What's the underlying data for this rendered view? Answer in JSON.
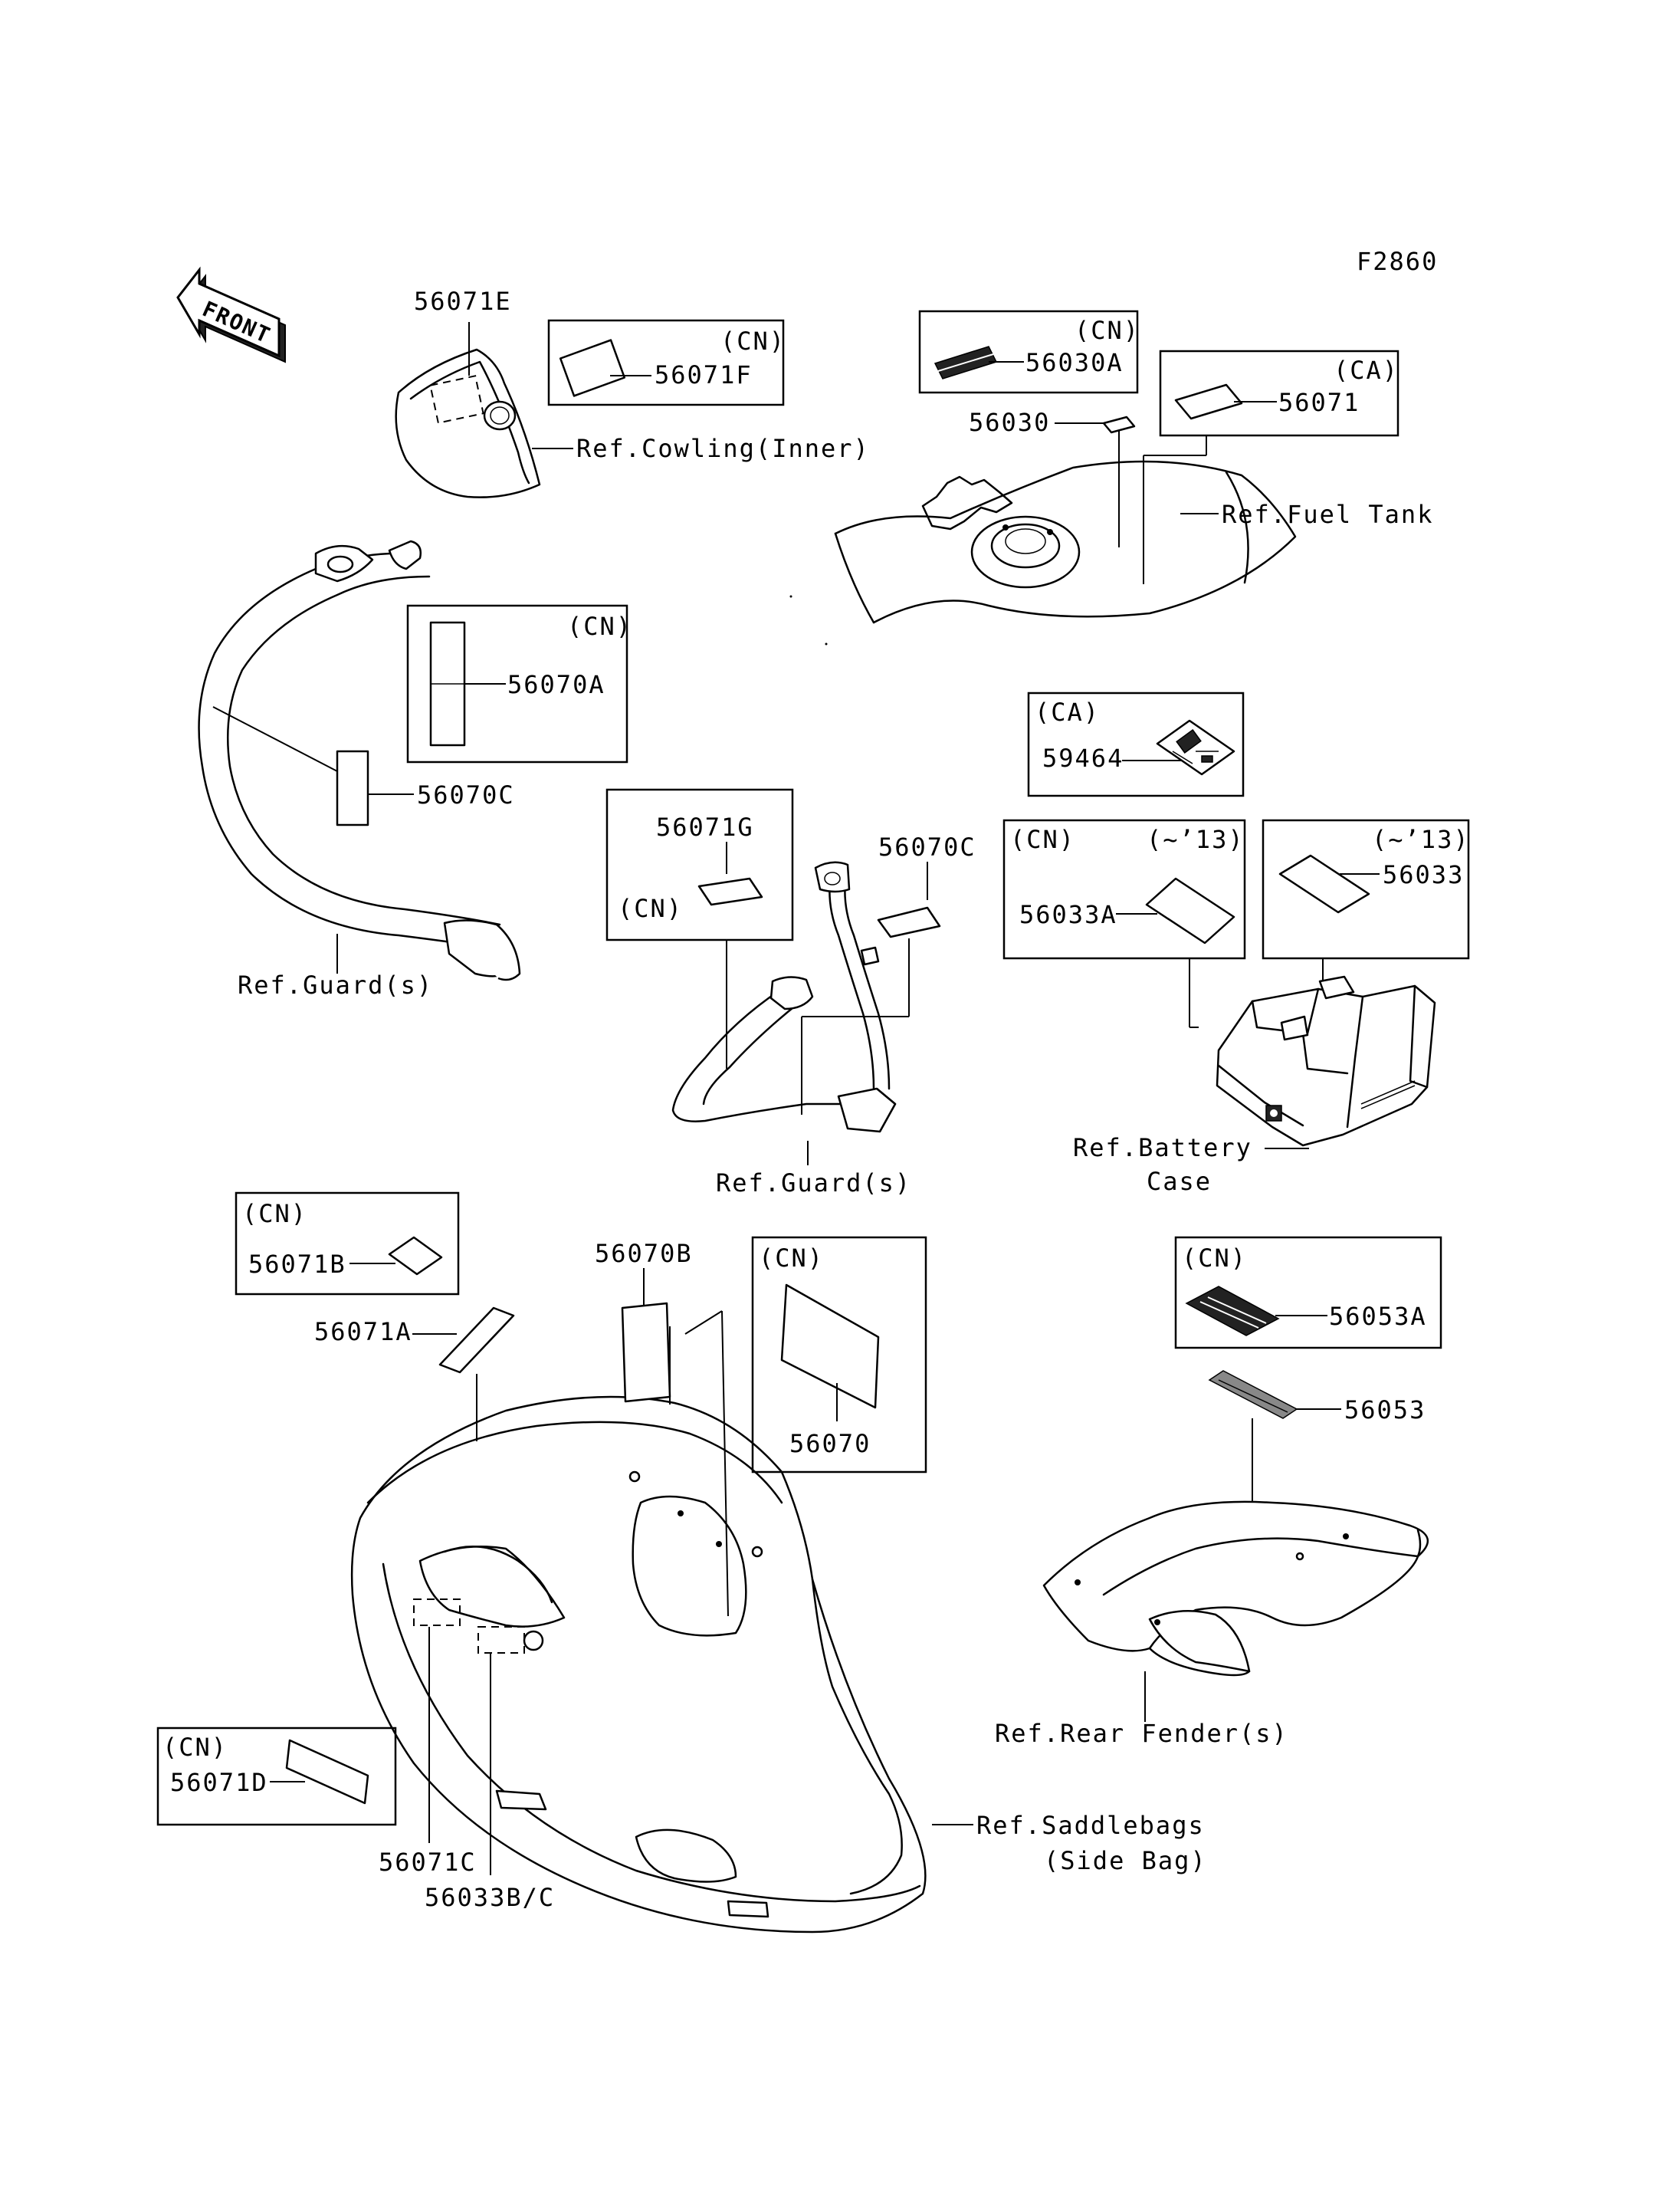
{
  "figure_id": "F2860",
  "front_label": "FRONT",
  "parts": {
    "p56071E": "56071E",
    "p56071F": "56071F",
    "p56030A": "56030A",
    "p56030": "56030",
    "p56071": "56071",
    "p56070A": "56070A",
    "p56070C_left": "56070C",
    "p59464": "59464",
    "p56071G": "56071G",
    "p56070C_mid": "56070C",
    "p56033A": "56033A",
    "p56033": "56033",
    "p56071B": "56071B",
    "p56071A": "56071A",
    "p56070B": "56070B",
    "p56070": "56070",
    "p56053A": "56053A",
    "p56053": "56053",
    "p56071D": "56071D",
    "p56071C": "56071C",
    "p56033BC": "56033B/C"
  },
  "qualifiers": {
    "cn_56071F": "(CN)",
    "cn_56030A": "(CN)",
    "ca_56071": "(CA)",
    "cn_56070A": "(CN)",
    "ca_59464": "(CA)",
    "cn_56071G": "(CN)",
    "cn_56033A": "(CN)",
    "yr_56033A": "(~’13)",
    "yr_56033": "(~’13)",
    "cn_56071B": "(CN)",
    "cn_56070": "(CN)",
    "cn_56053A": "(CN)",
    "cn_56071D": "(CN)"
  },
  "references": {
    "cowling": "Ref.Cowling(Inner)",
    "fuel_tank": "Ref.Fuel Tank",
    "guard_left": "Ref.Guard(s)",
    "guard_mid": "Ref.Guard(s)",
    "battery_1": "Ref.Battery",
    "battery_2": "Case",
    "rear_fender": "Ref.Rear Fender(s)",
    "saddlebags_1": "Ref.Saddlebags",
    "saddlebags_2": "(Side Bag)"
  }
}
